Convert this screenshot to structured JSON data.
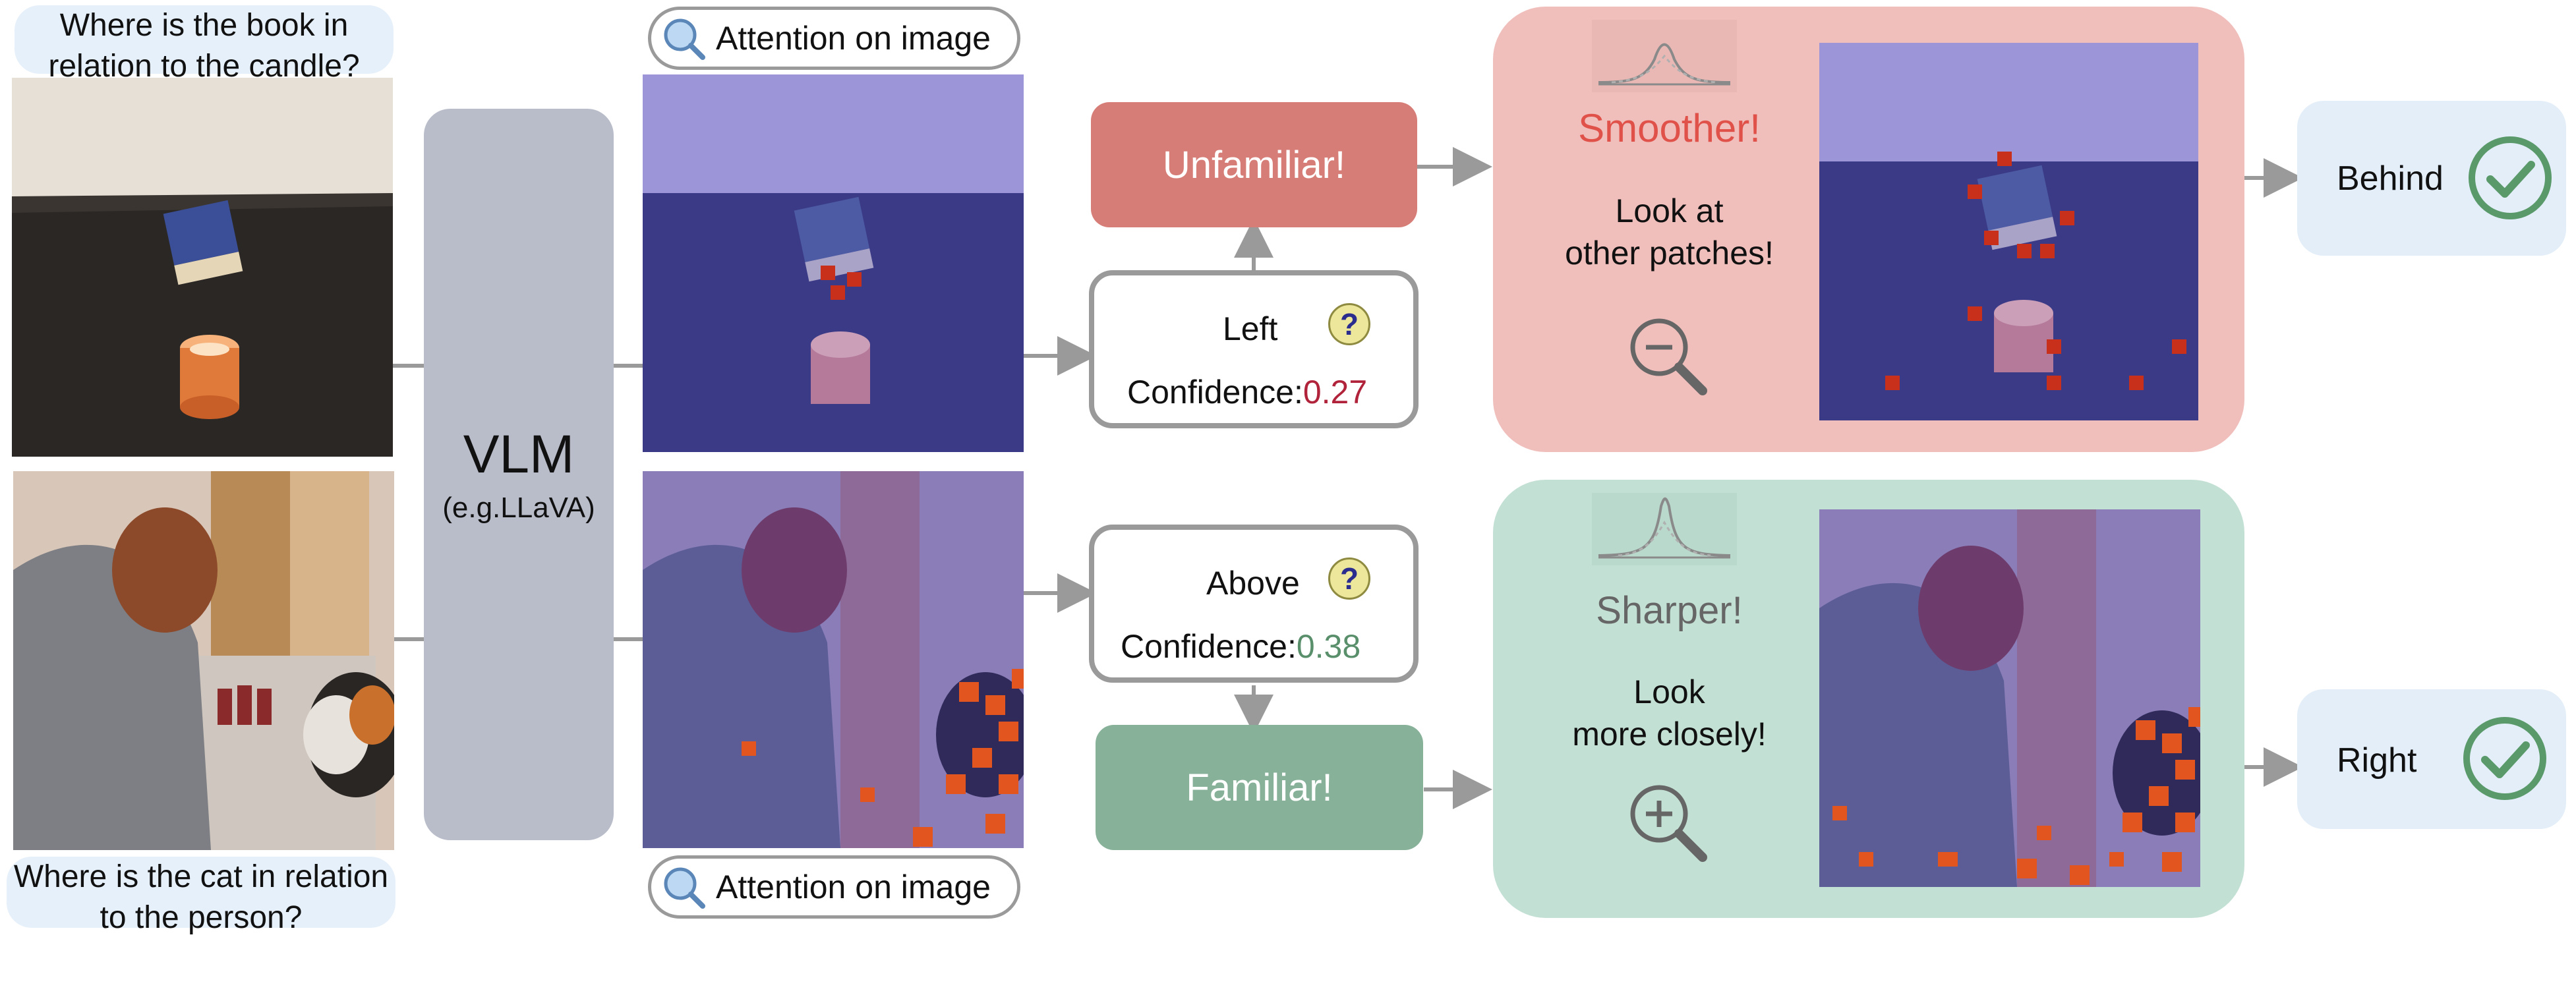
{
  "questions": {
    "top": "Where is the book in relation to the candle?",
    "bottom": "Where is the cat in relation to the person?"
  },
  "model": {
    "name": "VLM",
    "example": "(e.g.LLaVA)"
  },
  "attention_labels": {
    "top": "Attention on image",
    "bottom": "Attention on image"
  },
  "predictions": {
    "top": {
      "answer": "Left",
      "confidence_label": "Confidence:",
      "confidence_value": "0.27",
      "value_color": "#b0233a"
    },
    "bottom": {
      "answer": "Above",
      "confidence_label": "Confidence:",
      "confidence_value": "0.38",
      "value_color": "#5a8f6c"
    }
  },
  "familiarity": {
    "top": {
      "label": "Unfamiliar!",
      "color": "#d77d77"
    },
    "bottom": {
      "label": "Familiar!",
      "color": "#87b199"
    }
  },
  "strategies": {
    "top": {
      "title": "Smoother!",
      "title_color": "#e05249",
      "instruction_line1": "Look at",
      "instruction_line2": "other patches!",
      "panel_color": "#f0bebb",
      "icon": "zoom-out-icon"
    },
    "bottom": {
      "title": "Sharper!",
      "title_color": "#666666",
      "instruction_line1": "Look",
      "instruction_line2": "more closely!",
      "panel_color": "#c3e0d4",
      "icon": "zoom-in-icon"
    }
  },
  "results": {
    "top": {
      "answer": "Behind",
      "icon": "check-circle-icon"
    },
    "bottom": {
      "answer": "Right",
      "icon": "check-circle-icon"
    }
  },
  "colors": {
    "arrow": "#9a9a9a",
    "check": "#5a9a6a",
    "attention_overlay": "#4b4fd0",
    "attention_hot": "#e0521f"
  }
}
